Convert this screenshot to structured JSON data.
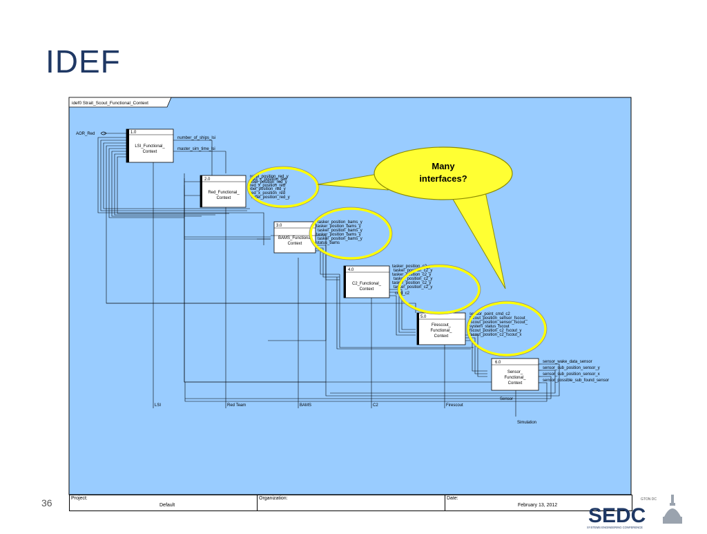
{
  "slide": {
    "title": "IDEF",
    "page_number": "36"
  },
  "diagram": {
    "tab_label": "idef0 Strait_Scout_Functional_Context",
    "external_input": "AOR_Red",
    "boxes": [
      {
        "num": "1.0",
        "lines": [
          "LSI_Functional_",
          "Context"
        ]
      },
      {
        "num": "2.0",
        "lines": [
          "Red_Functional_",
          "Context"
        ]
      },
      {
        "num": "3.0",
        "lines": [
          "BAMS_Functional",
          "Context"
        ]
      },
      {
        "num": "4.0",
        "lines": [
          "C2_Functional_",
          "Context"
        ]
      },
      {
        "num": "5.0",
        "lines": [
          "Firescout_",
          "Functional_",
          "Context"
        ]
      },
      {
        "num": "6.0",
        "lines": [
          "Sensor_",
          "Functional_",
          "Context"
        ]
      }
    ],
    "lsi_outputs": [
      "number_of_ships_lsi",
      "master_sim_time_lsi"
    ],
    "red_output_overlap": "rebel_position_red_y",
    "red_output_overlap_2": "red_x_position_red",
    "bams_outputs": [
      "tasker_position_bams_y",
      "status_bams"
    ],
    "c2_outputs": [
      "tasker_position_c2_y",
      "cmd_c2"
    ],
    "firescout_outputs": [
      "sensor_point_cmd_c2",
      "fscout_position_sensor_fscout_",
      "fscout_position_sensor_fscout_",
      "system_status_fscout",
      "fscout_position_c2_fscout_y",
      "fscout_position_c2_fscout_x"
    ],
    "sensor_outputs": [
      "sensor_wake_data_sensor",
      "sensor_sub_position_sensor_y",
      "sensor_sub_position_sensor_x",
      "sensor_possible_sub_found_sensor"
    ],
    "mechanisms": [
      "LSI",
      "Red Team",
      "BAMS",
      "C2",
      "Firescout",
      "Sensor",
      "Simulation"
    ]
  },
  "callout": {
    "text_line1": "Many",
    "text_line2": "interfaces?"
  },
  "footer": {
    "project_label": "Project:",
    "project_value": "Default",
    "organization_label": "Organization:",
    "date_label": "Date:",
    "date_value": "February 13, 2012"
  },
  "logo": {
    "partial_text": "GTON DC",
    "main": "SEDC",
    "tagline": "SYSTEMS ENGINEERING CONFERENCE"
  },
  "colors": {
    "diagram_background": "#99ccff",
    "highlight_ellipse": "#ffff00",
    "callout_fill": "#ffff33",
    "title": "#1f3864"
  }
}
